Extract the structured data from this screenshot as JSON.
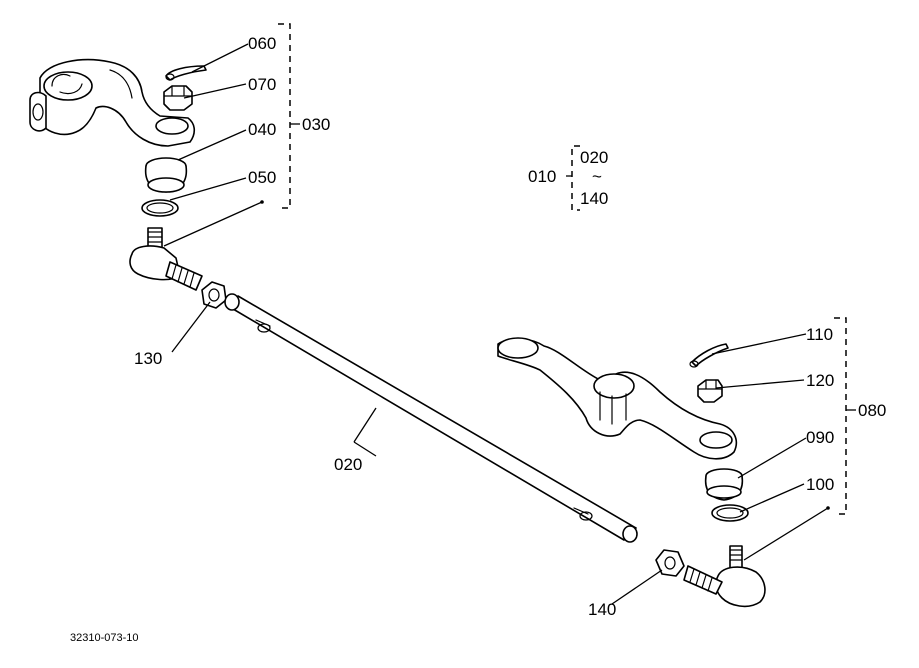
{
  "diagram": {
    "callouts": {
      "c060": "060",
      "c070": "070",
      "c040": "040",
      "c050": "050",
      "c030": "030",
      "c010": "010",
      "c020_top": "020",
      "c_tilde": "~",
      "c140_top": "140",
      "c130": "130",
      "c020": "020",
      "c110": "110",
      "c120": "120",
      "c080": "080",
      "c090": "090",
      "c100": "100",
      "c140": "140"
    },
    "drawing_code": "32310-073-10"
  }
}
